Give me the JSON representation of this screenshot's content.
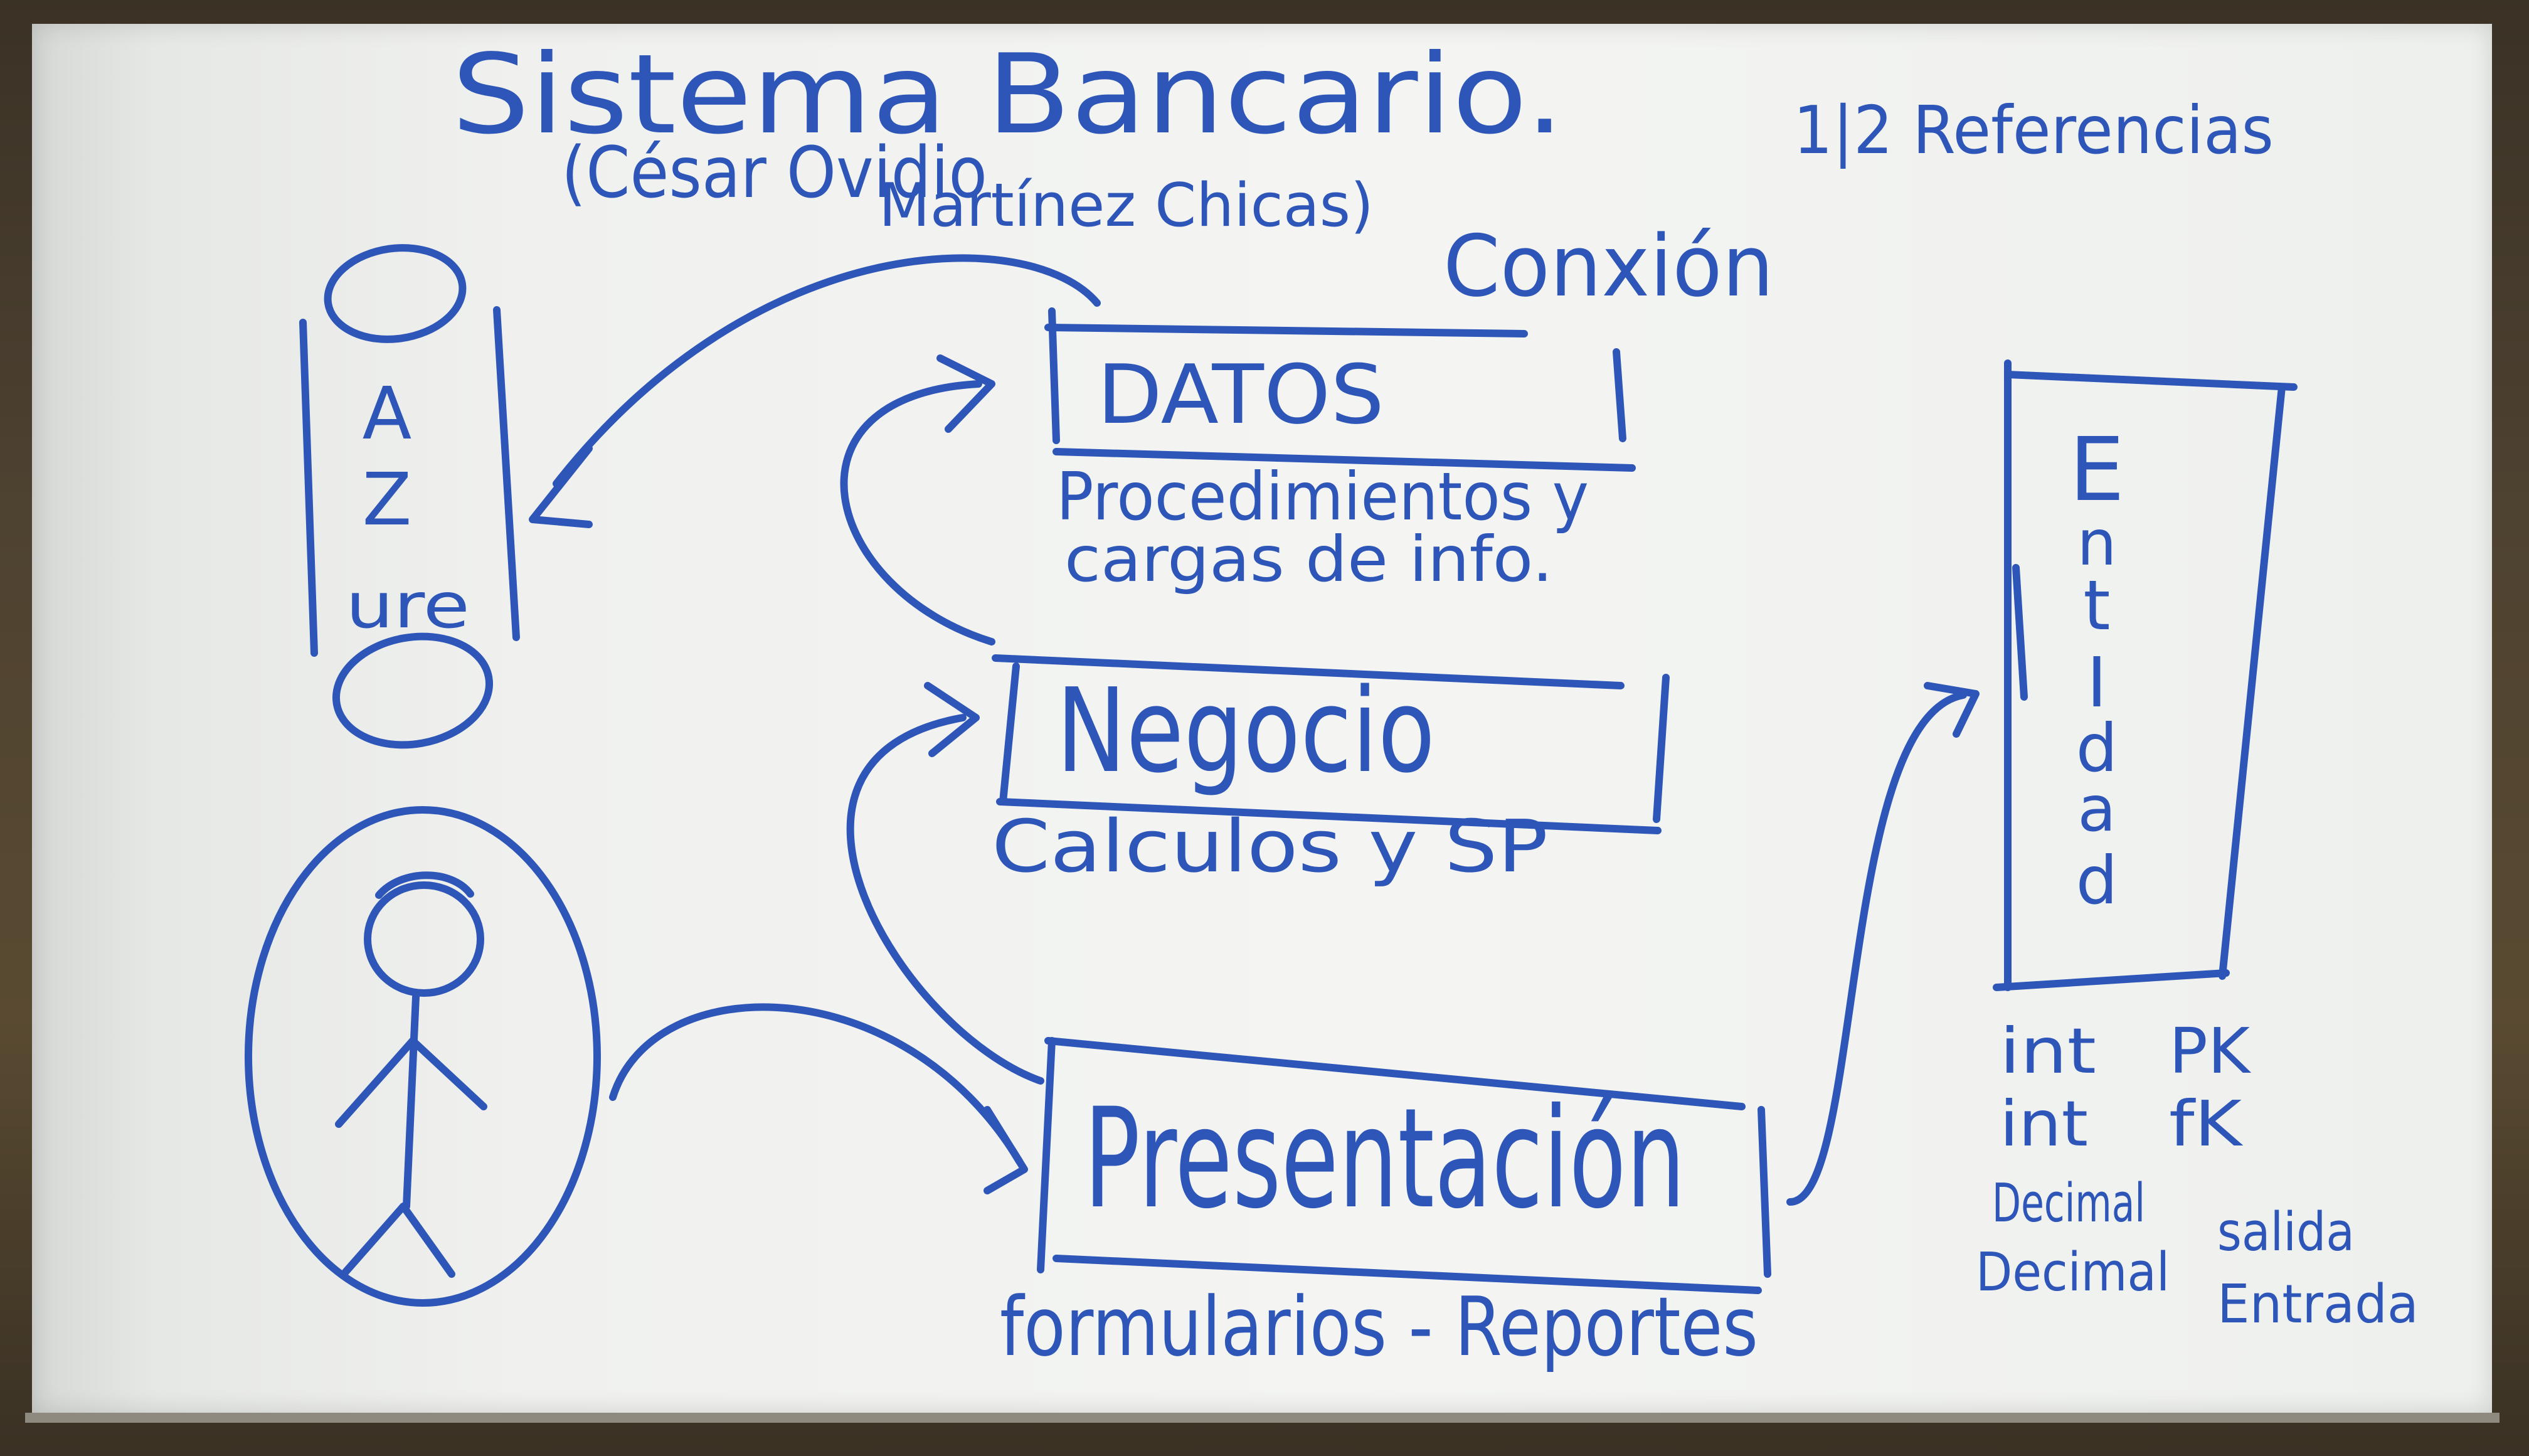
{
  "whiteboard": {
    "title": "Sistema Bancario.",
    "author_line_1": "(César Ovidio",
    "author_line_2": "Martínez Chicas)",
    "references_label": "1|2 Referencias",
    "connection_label": "Conxión"
  },
  "azure": {
    "letters": [
      "A",
      "Z",
      "ure"
    ]
  },
  "layers": {
    "datos": {
      "label": "DATOS",
      "description": [
        "Procedimientos y",
        "cargas de info."
      ]
    },
    "negocio": {
      "label": "Negocio",
      "description": [
        "Calculos y SP"
      ]
    },
    "presentacion": {
      "label": "Presentación",
      "description": [
        "formularios - Reportes"
      ]
    }
  },
  "entidad": {
    "letters": [
      "E",
      "n",
      "t",
      "I",
      "d",
      "a",
      "d"
    ],
    "attributes": [
      {
        "type": "int",
        "key": "PK"
      },
      {
        "type": "int",
        "key": "fK"
      },
      {
        "type": "Decimal",
        "key": "salida"
      },
      {
        "type": "Decimal",
        "key": "Entrada"
      }
    ]
  },
  "colors": {
    "ink": "#2d56b8",
    "board": "#f4f5f3",
    "frame": "#4e4231"
  }
}
